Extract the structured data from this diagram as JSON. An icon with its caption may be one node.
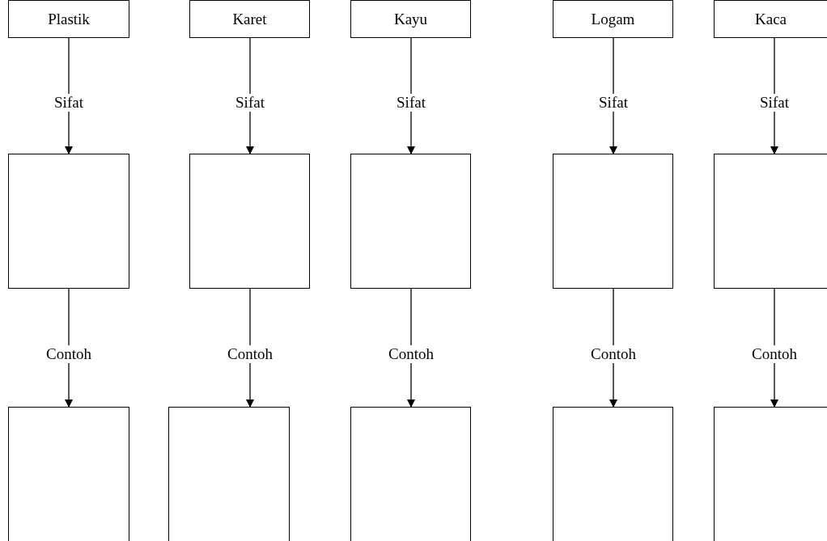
{
  "diagram": {
    "nodes": [
      {
        "text": [
          "Plastik"
        ]
      },
      {
        "text": [
          "Karet"
        ]
      },
      {
        "text": [
          "Kayu"
        ]
      },
      {
        "text": [
          "Logam"
        ]
      },
      {
        "text": [
          "Kaca"
        ]
      },
      {
        "text": [],
        "shape": "box"
      },
      {
        "text": [],
        "shape": "box"
      },
      {
        "text": [],
        "shape": "box"
      },
      {
        "text": [],
        "shape": "box"
      },
      {
        "text": [],
        "shape": "box"
      },
      {
        "text": [],
        "shape": "box"
      },
      {
        "text": [],
        "shape": "box"
      },
      {
        "text": [],
        "shape": "box"
      },
      {
        "text": [],
        "shape": "box"
      },
      {
        "text": [],
        "shape": "box"
      }
    ],
    "edges": [
      {
        "from": 0,
        "to": 5,
        "arrow": "to",
        "label": "Sifat"
      },
      {
        "from": 1,
        "to": 6,
        "arrow": "to",
        "label": "Sifat"
      },
      {
        "from": 2,
        "to": 7,
        "arrow": "to",
        "label": "Sifat"
      },
      {
        "from": 3,
        "to": 8,
        "arrow": "to",
        "label": "Sifat"
      },
      {
        "from": 4,
        "to": 9,
        "arrow": "to",
        "label": "Sifat"
      },
      {
        "from": 5,
        "to": 10,
        "arrow": "to",
        "label": "Contoh"
      },
      {
        "from": 6,
        "to": 11,
        "arrow": "to",
        "label": "Contoh"
      },
      {
        "from": 7,
        "to": 12,
        "arrow": "to",
        "label": "Contoh"
      },
      {
        "from": 8,
        "to": 13,
        "arrow": "to",
        "label": "Contoh"
      },
      {
        "from": 9,
        "to": 14,
        "arrow": "to",
        "label": "Contoh"
      }
    ]
  }
}
